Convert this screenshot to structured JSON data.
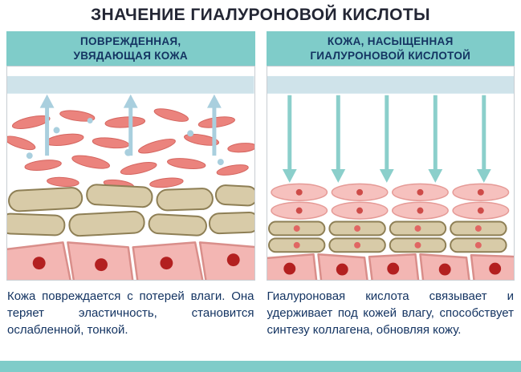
{
  "title": "ЗНАЧЕНИЕ ГИАЛУРОНОВОЙ КИСЛОТЫ",
  "panels": {
    "left": {
      "header_lines": [
        "ПОВРЕЖДЕННАЯ,",
        "УВЯДАЮЩАЯ КОЖА"
      ],
      "description": "Кожа повреждается с потерей влаги. Она теряет эластичность, становится ослабленной, тонкой.",
      "arrow_direction": "up",
      "arrow_count": 3
    },
    "right": {
      "header_lines": [
        "КОЖА, НАСЫЩЕННАЯ",
        "ГИАЛУРОНОВОЙ КИСЛОТОЙ"
      ],
      "description": "Гиалуроновая кислота связывает и удерживает под кожей влагу, способствует синтезу коллагена, обновляя кожу.",
      "arrow_direction": "down",
      "arrow_count": 5
    }
  },
  "icons": {
    "left_arrows": "up-arrow-icon",
    "right_arrows": "down-arrow-icon"
  },
  "colors": {
    "title_color": "#232634",
    "text_navy": "#143462",
    "header_teal": "#7FCCC9",
    "footer_teal": "#7FCCC9",
    "band_blue": "#CFE3EA",
    "arrow_up_blue": "#A9CFDE",
    "arrow_down_teal": "#8BCFCB",
    "fiber_red": "#EB837D",
    "fiber_outline": "#D4655F",
    "tan_cell": "#D8CBA8",
    "tan_outline": "#8E7F55",
    "tan_dot": "#E06663",
    "oval_pink": "#F6C1BE",
    "oval_outline": "#E59A96",
    "oval_dot": "#CE4B48",
    "bottom_cell_pink": "#F3B6B3",
    "bottom_cell_outline": "#D98E8A",
    "nucleus_red": "#B32020",
    "border_gray": "#C8CDD2"
  }
}
